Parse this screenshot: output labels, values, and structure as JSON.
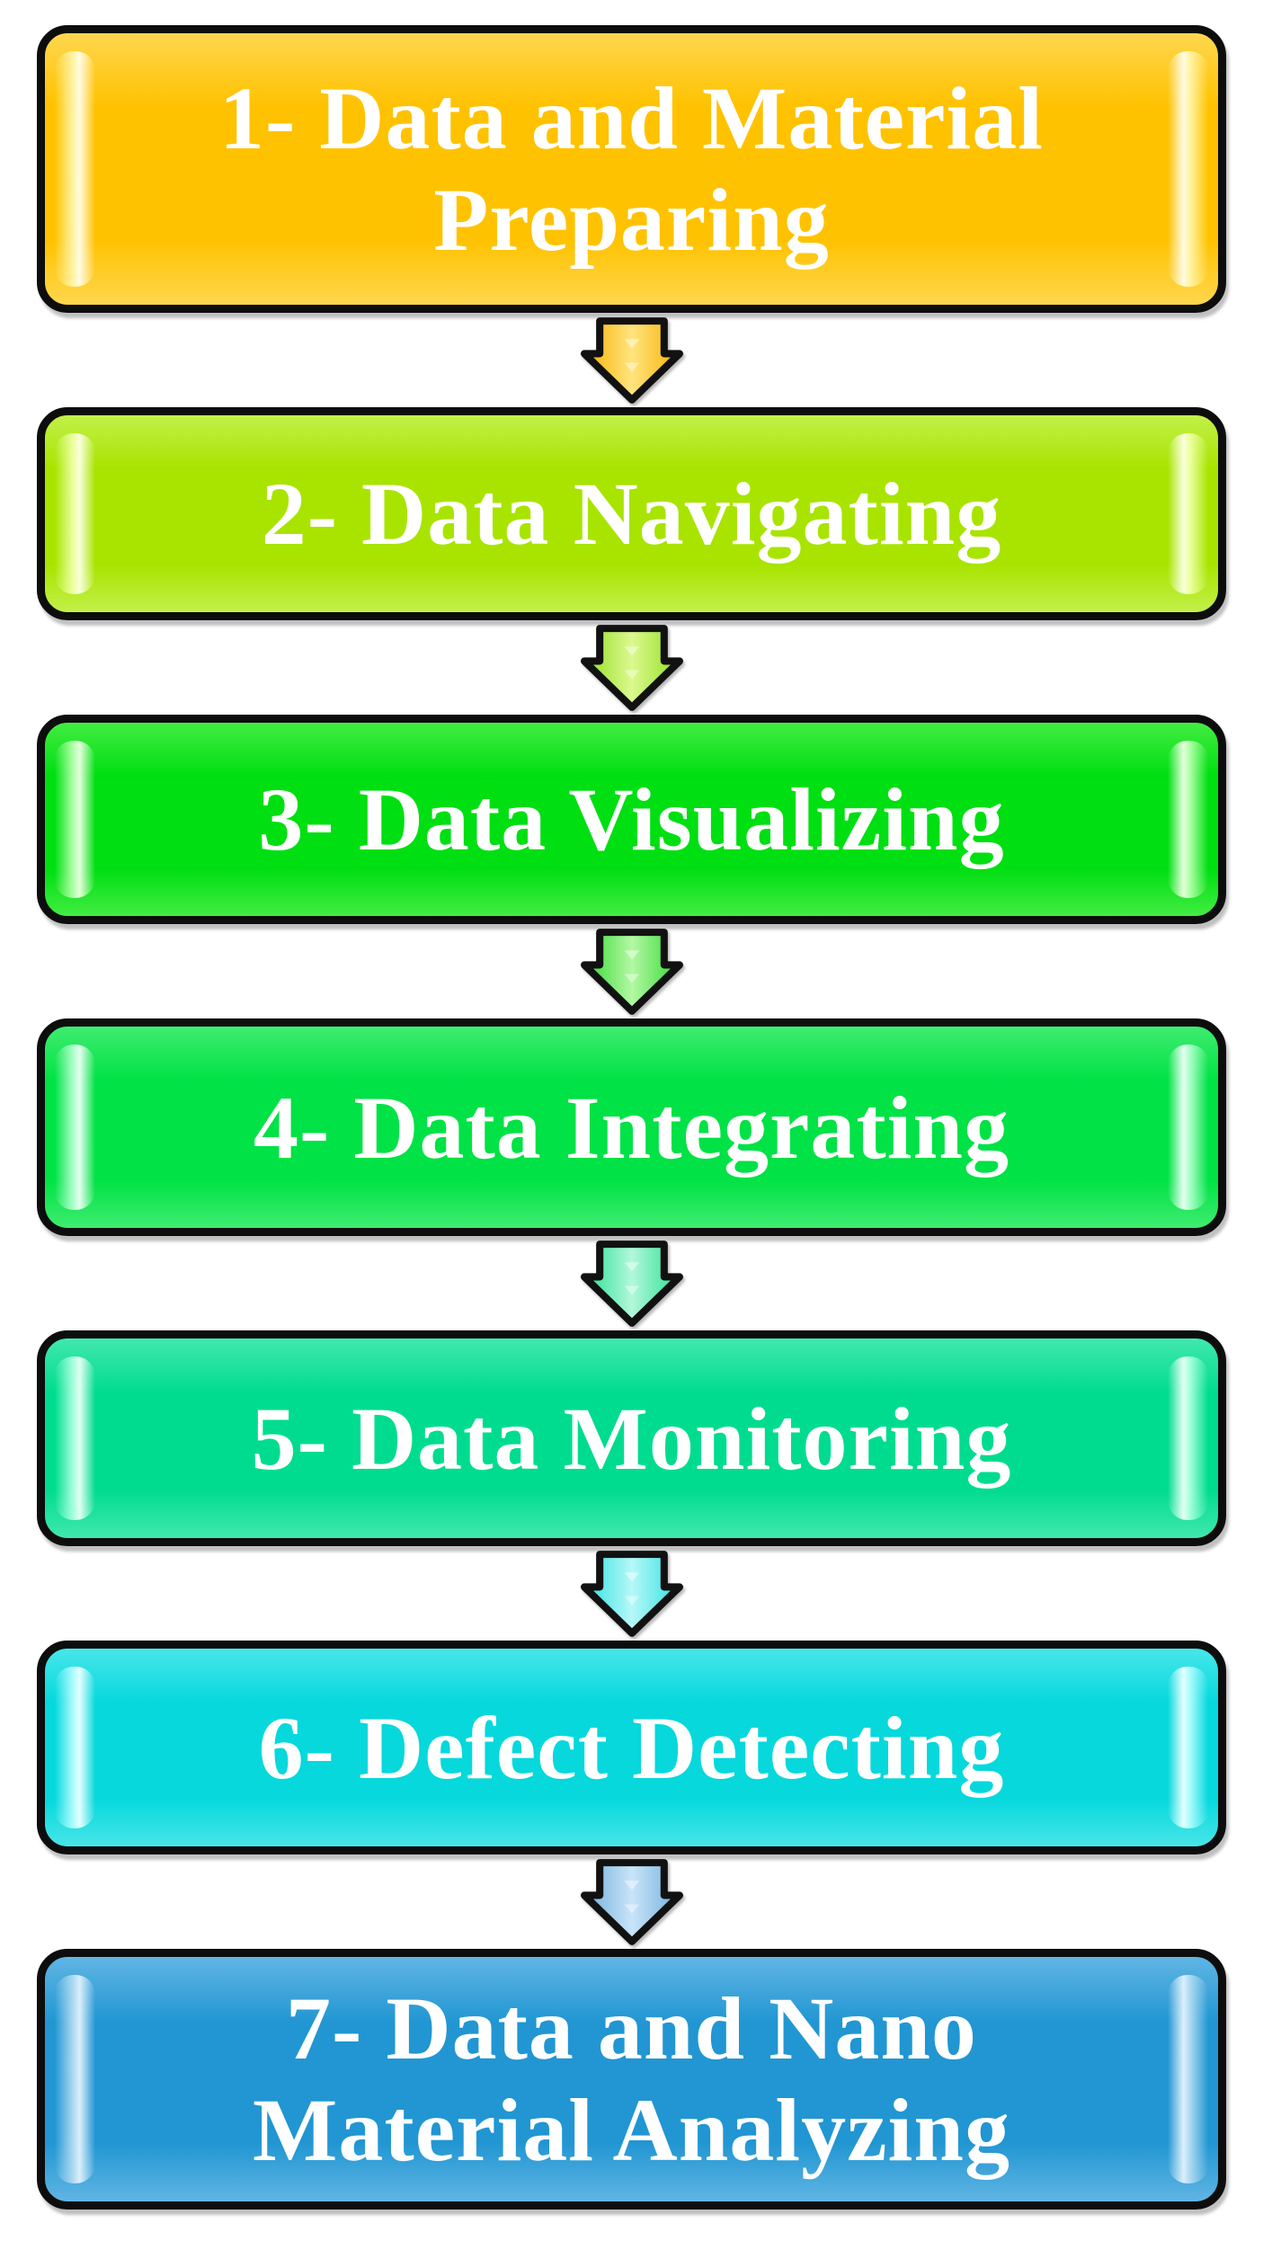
{
  "figure": {
    "background": "#FFFFFF",
    "outline_color": "#0D0D0D",
    "text_color": "#FFFFFF"
  },
  "flow": {
    "steps": [
      {
        "label": "1- Data and Material\nPreparing",
        "base": "#FFC200",
        "light": "#FFD74E",
        "shine": "#FFF3A0",
        "core": "#FFFBE2"
      },
      {
        "label": "2- Data Navigating",
        "base": "#A8E400",
        "light": "#C3F04A",
        "shine": "#EAFF9C",
        "core": "#F9FFDC"
      },
      {
        "label": "3- Data Visualizing",
        "base": "#00DF12",
        "light": "#43EC43",
        "shine": "#AAFFA2",
        "core": "#E4FFDC"
      },
      {
        "label": "4- Data Integrating",
        "base": "#00E245",
        "light": "#3FEC70",
        "shine": "#A6FFC6",
        "core": "#E4FFEF"
      },
      {
        "label": "5- Data Monitoring",
        "base": "#00DC8F",
        "light": "#41E8AE",
        "shine": "#A0FFDA",
        "core": "#E2FFF4"
      },
      {
        "label": "6- Defect Detecting",
        "base": "#06D8DC",
        "light": "#48E6E9",
        "shine": "#A7FBFD",
        "core": "#E4FFFF"
      },
      {
        "label": "7- Data and Nano\nMaterial Analyzing",
        "base": "#2196D2",
        "light": "#60B5E3",
        "shine": "#A9D8F0",
        "core": "#DCEFFB"
      }
    ],
    "arrows": [
      {
        "edge": "#F6B100",
        "light": "#FFE47E"
      },
      {
        "edge": "#93DC1E",
        "light": "#DBF98F"
      },
      {
        "edge": "#30D930",
        "light": "#B4F8A4"
      },
      {
        "edge": "#28DE92",
        "light": "#B2F8D9"
      },
      {
        "edge": "#2FE0E0",
        "light": "#B7F8F8"
      },
      {
        "edge": "#6FAEDC",
        "light": "#C9E4F8"
      }
    ]
  }
}
